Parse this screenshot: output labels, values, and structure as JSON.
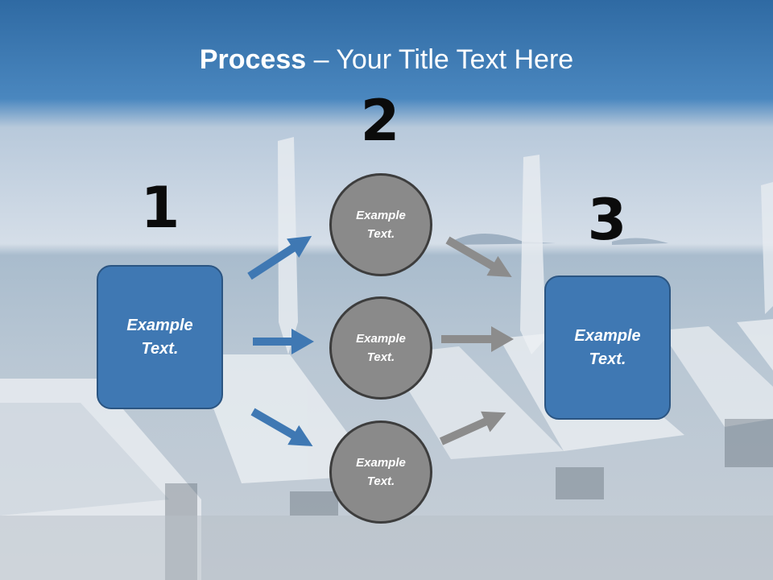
{
  "title": {
    "bold": "Process",
    "rest": " – Your Title Text Here"
  },
  "steps": {
    "one": {
      "number": "1",
      "text": "Example Text."
    },
    "two": {
      "number": "2",
      "circles": [
        "Example Text.",
        "Example Text.",
        "Example Text."
      ]
    },
    "three": {
      "number": "3",
      "text": "Example Text."
    }
  },
  "colors": {
    "box": "#3f78b3",
    "circle": "#8a8a8a",
    "arrow_blue": "#3f78b3",
    "arrow_gray": "#8c8c8c"
  }
}
